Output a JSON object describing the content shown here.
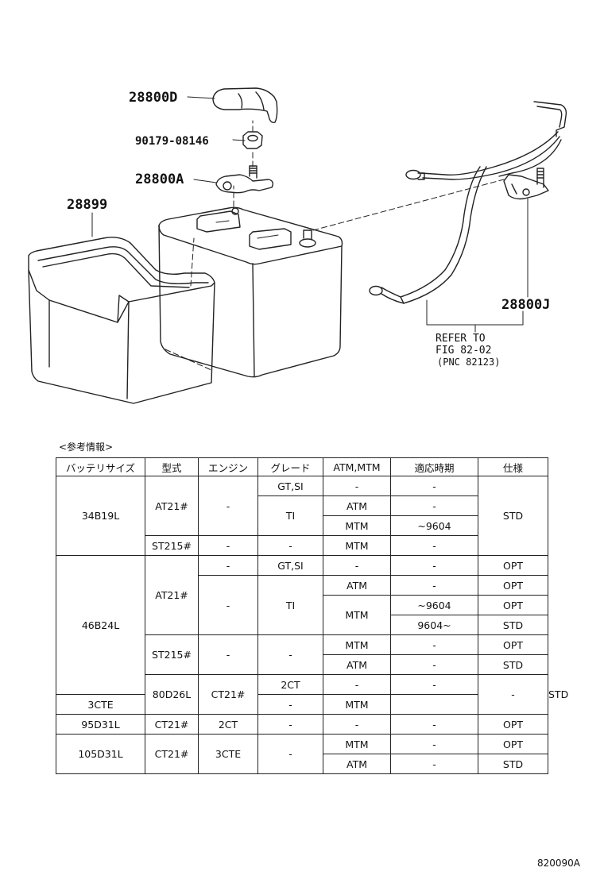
{
  "diagram": {
    "callouts": {
      "terminal_cover": "28800D",
      "nut": "90179-08146",
      "positive_terminal": "28800A",
      "battery_tray": "28899",
      "cable_terminal": "28800J"
    },
    "refer_note": {
      "line1": "REFER TO",
      "line2": "FIG 82-02",
      "line3": "(PNC 82123)"
    }
  },
  "reference_title": "<参考情報>",
  "table": {
    "headers": [
      "バッテリサイズ",
      "型式",
      "エンジン",
      "グレード",
      "ATM,MTM",
      "適応時期",
      "仕様"
    ],
    "rows": [
      [
        {
          "t": "34B19L",
          "rs": 4
        },
        {
          "t": "AT21#",
          "rs": 3
        },
        {
          "t": "-",
          "rs": 3
        },
        {
          "t": "GT,SI"
        },
        {
          "t": "-"
        },
        {
          "t": "-"
        },
        {
          "t": "STD",
          "rs": 4
        }
      ],
      [
        {
          "t": "TI",
          "rs": 2
        },
        {
          "t": "ATM"
        },
        {
          "t": "-"
        }
      ],
      [
        {
          "t": "MTM"
        },
        {
          "t": "~9604"
        }
      ],
      [
        {
          "t": "ST215#"
        },
        {
          "t": "-"
        },
        {
          "t": "-"
        },
        {
          "t": "MTM"
        },
        {
          "t": "-"
        }
      ],
      [
        {
          "t": "46B24L",
          "rs": 7
        },
        {
          "t": "AT21#",
          "rs": 4
        },
        {
          "t": "-"
        },
        {
          "t": "GT,SI"
        },
        {
          "t": "-"
        },
        {
          "t": "-"
        },
        {
          "t": "OPT"
        }
      ],
      [
        {
          "t": "-",
          "rs": 3
        },
        {
          "t": "TI",
          "rs": 3
        },
        {
          "t": "ATM"
        },
        {
          "t": "-"
        },
        {
          "t": "OPT"
        }
      ],
      [
        {
          "t": "MTM",
          "rs": 2
        },
        {
          "t": "~9604"
        },
        {
          "t": "OPT"
        }
      ],
      [
        {
          "t": "9604~"
        },
        {
          "t": "STD"
        }
      ],
      [
        {
          "t": "ST215#",
          "rs": 2
        },
        {
          "t": "-",
          "rs": 2
        },
        {
          "t": "-",
          "rs": 2
        },
        {
          "t": "MTM"
        },
        {
          "t": "-"
        },
        {
          "t": "OPT"
        }
      ],
      [
        {
          "t": "ATM"
        },
        {
          "t": "-"
        },
        {
          "t": "STD"
        }
      ],
      [
        {
          "t": "80D26L",
          "rs": 2
        },
        {
          "t": "CT21#",
          "rs": 2
        },
        {
          "t": "2CT"
        },
        {
          "t": "-"
        },
        {
          "t": "-"
        },
        {
          "t": "-",
          "rs": 2
        },
        {
          "t": "STD",
          "rs": 2
        }
      ],
      [
        {
          "t": "3CTE"
        },
        {
          "t": "-"
        },
        {
          "t": "MTM"
        }
      ],
      [
        {
          "t": "95D31L"
        },
        {
          "t": "CT21#"
        },
        {
          "t": "2CT"
        },
        {
          "t": "-"
        },
        {
          "t": "-"
        },
        {
          "t": "-"
        },
        {
          "t": "OPT"
        }
      ],
      [
        {
          "t": "105D31L",
          "rs": 2
        },
        {
          "t": "CT21#",
          "rs": 2
        },
        {
          "t": "3CTE",
          "rs": 2
        },
        {
          "t": "-",
          "rs": 2
        },
        {
          "t": "MTM"
        },
        {
          "t": "-"
        },
        {
          "t": "OPT"
        }
      ],
      [
        {
          "t": "ATM"
        },
        {
          "t": "-"
        },
        {
          "t": "STD"
        }
      ]
    ]
  },
  "figure_code": "820090A"
}
